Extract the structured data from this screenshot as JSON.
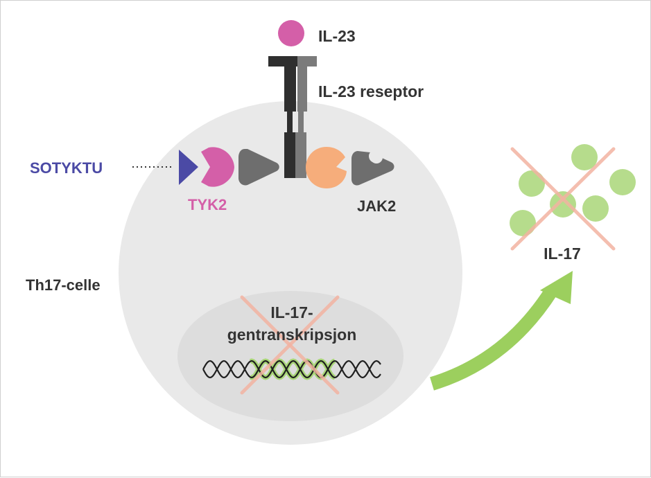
{
  "labels": {
    "ligand": "IL-23",
    "receptor": "IL-23 reseptor",
    "drug": "SOTYKTU",
    "tyk2": "TYK2",
    "jak2": "JAK2",
    "cell": "Th17-celle",
    "transcription_line1": "IL-17-",
    "transcription_line2": "gentranskripsjon",
    "cytokine": "IL-17"
  },
  "colors": {
    "ligand": "#d45fa8",
    "drug": "#4b4aa5",
    "tyk2": "#d45fa8",
    "jak_domain": "#6e6e6e",
    "jak2_partner": "#f6ad7b",
    "receptor_dark": "#2f2f2f",
    "receptor_light": "#7b7b7b",
    "cell": "#e9e9e9",
    "nucleus": "#dddddd",
    "cross": "#f3b3a2",
    "il17_particles": "#a9d678",
    "arrow": "#9ccf5e",
    "text_dark": "#333333"
  },
  "icons": {
    "blocked_transcription": "cross-icon",
    "blocked_release": "cross-icon",
    "secretion": "curved-arrow-icon",
    "dna": "dna-helix-icon"
  }
}
